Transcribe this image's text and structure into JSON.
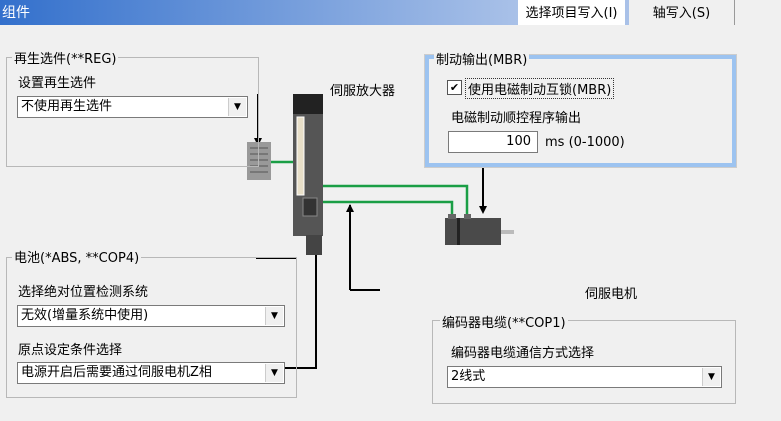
{
  "title": "组件",
  "tabs": [
    "选择项目写入(I)",
    "轴写入(S)"
  ],
  "regen": {
    "group": "再生选件(**REG)",
    "label": "设置再生选件",
    "value": "不使用再生选件"
  },
  "amp_label": "伺服放大器",
  "battery": {
    "group": "电池(*ABS, **COP4)",
    "label1": "选择绝对位置检测系统",
    "value1": "无效(增量系统中使用)",
    "label2": "原点设定条件选择",
    "value2": "电源开启后需要通过伺服电机Z相"
  },
  "brake": {
    "group": "制动输出(MBR)",
    "checkbox": "使用电磁制动互锁(MBR)",
    "checked": true,
    "label": "电磁制动顺控程序输出",
    "value": "100",
    "unit": "ms (0-1000)"
  },
  "motor_label": "伺服电机",
  "encoder": {
    "group": "编码器电缆(**COP1)",
    "label": "编码器电缆通信方式选择",
    "value": "2线式"
  }
}
